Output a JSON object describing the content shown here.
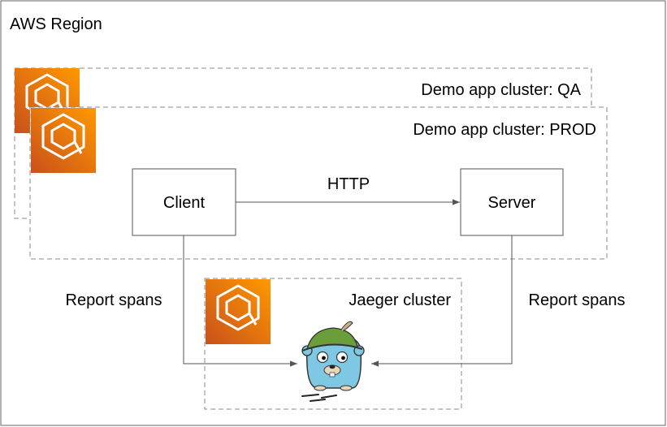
{
  "region": {
    "label": "AWS Region"
  },
  "clusters": {
    "qa": {
      "label": "Demo app cluster: QA",
      "icon": "eks-icon"
    },
    "prod": {
      "label": "Demo app cluster: PROD",
      "icon": "eks-icon"
    },
    "jaeger": {
      "label": "Jaeger cluster",
      "icon": "eks-icon",
      "mascot": "jaeger-gopher-icon"
    }
  },
  "nodes": {
    "client": {
      "label": "Client"
    },
    "server": {
      "label": "Server"
    }
  },
  "edges": {
    "http": {
      "label": "HTTP"
    },
    "client_spans": {
      "label": "Report spans"
    },
    "server_spans": {
      "label": "Report spans"
    }
  },
  "colors": {
    "icon_gradient_start": "#C8511B",
    "icon_gradient_end": "#FF9900",
    "border": "#666666",
    "arrow": "#555555"
  }
}
